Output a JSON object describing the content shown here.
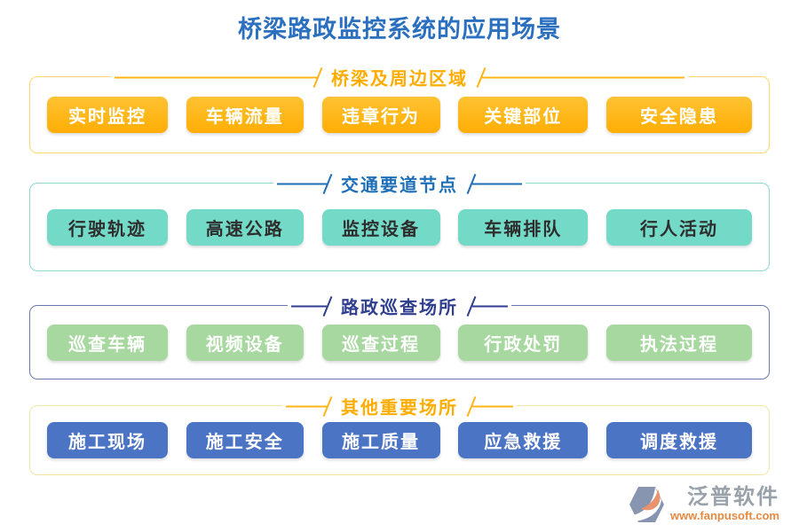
{
  "title": "桥梁路政监控系统的应用场景",
  "decor": {
    "slash": ""
  },
  "sections": [
    {
      "id": "bridge-area",
      "title": "桥梁及周边区域",
      "accent_color": "#FFAC00",
      "border_color": "#FFD76E",
      "button_bg": "#FFB517",
      "button_text_color": "#FFFFFF",
      "items": [
        "实时监控",
        "车辆流量",
        "违章行为",
        "关键部位",
        "安全隐患"
      ]
    },
    {
      "id": "traffic-nodes",
      "title": "交通要道节点",
      "accent_color": "#1E6FB8",
      "border_color": "#8BD8D4",
      "button_bg": "#74DAC8",
      "button_text_color": "#2E2E2E",
      "items": [
        "行驶轨迹",
        "高速公路",
        "监控设备",
        "车辆排队",
        "行人活动"
      ]
    },
    {
      "id": "patrol-places",
      "title": "路政巡查场所",
      "accent_color": "#303E8F",
      "border_color": "#6B77B2",
      "button_bg": "#A7D89F",
      "button_text_color": "#FFFFFF",
      "items": [
        "巡查车辆",
        "视频设备",
        "巡查过程",
        "行政处罚",
        "执法过程"
      ]
    },
    {
      "id": "other-places",
      "title": "其他重要场所",
      "accent_color": "#FFAC00",
      "border_color": "#F3E5A6",
      "button_bg": "#4C74C4",
      "button_text_color": "#FFFFFF",
      "items": [
        "施工现场",
        "施工安全",
        "施工质量",
        "应急救援",
        "调度救援"
      ]
    }
  ],
  "footer": {
    "brand": "泛普软件",
    "url": "www.fanpusoft.com",
    "brand_color": "#99A1AB",
    "url_color": "#E78A43",
    "logo_main_color": "#8795B1",
    "logo_accent_color": "#E8936D"
  }
}
